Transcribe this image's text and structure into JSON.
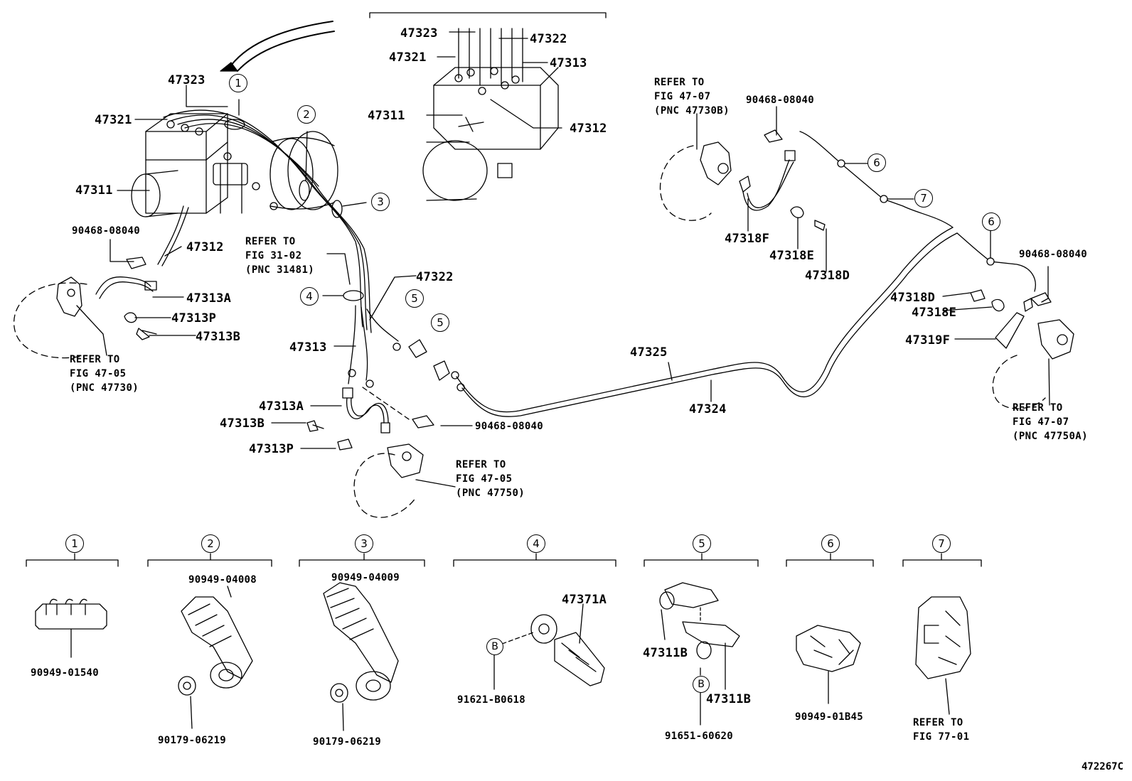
{
  "figure_id": "472267C",
  "top_view": {
    "p47323": "47323",
    "p47321": "47321",
    "p47311": "47311",
    "p90468": "90468-08040",
    "p47312": "47312",
    "p47313A": "47313A",
    "p47313P": "47313P",
    "p47313B": "47313B",
    "ref_left": "REFER TO\nFIG 47-05\n(PNC 47730)",
    "ref_center": "REFER TO\nFIG 31-02\n(PNC 31481)",
    "p47322": "47322",
    "p47313": "47313",
    "p47313A_2": "47313A",
    "p47313B_2": "47313B",
    "p47313P_2": "47313P",
    "p90468_2": "90468-08040",
    "ref_lower": "REFER TO\nFIG 47-05\n(PNC 47750)",
    "p47325": "47325",
    "p47324": "47324"
  },
  "detail_view": {
    "p47323": "47323",
    "p47322": "47322",
    "p47321": "47321",
    "p47313": "47313",
    "p47311": "47311",
    "p47312": "47312"
  },
  "right_view": {
    "ref_top": "REFER TO\nFIG 47-07\n(PNC 47730B)",
    "p90468": "90468-08040",
    "p47318F": "47318F",
    "p47318E": "47318E",
    "p47318D": "47318D",
    "p90468_2": "90468-08040",
    "p47318D_2": "47318D",
    "p47318E_2": "47318E",
    "p47319F": "47319F",
    "ref_bottom": "REFER TO\nFIG 47-07\n(PNC 47750A)"
  },
  "callouts": [
    "1",
    "2",
    "3",
    "4",
    "5",
    "6",
    "7"
  ],
  "bolt_marker": "B",
  "groups": [
    {
      "num": "1",
      "parts": [
        "90949-01540"
      ]
    },
    {
      "num": "2",
      "parts": [
        "90949-04008",
        "90179-06219"
      ]
    },
    {
      "num": "3",
      "parts": [
        "90949-04009",
        "90179-06219"
      ]
    },
    {
      "num": "4",
      "parts": [
        "47371A",
        "91621-B0618"
      ]
    },
    {
      "num": "5",
      "parts": [
        "47311B",
        "47311B",
        "91651-60620"
      ]
    },
    {
      "num": "6",
      "parts": [
        "90949-01B45"
      ]
    },
    {
      "num": "7",
      "parts": [
        "REFER TO\nFIG 77-01"
      ]
    }
  ]
}
